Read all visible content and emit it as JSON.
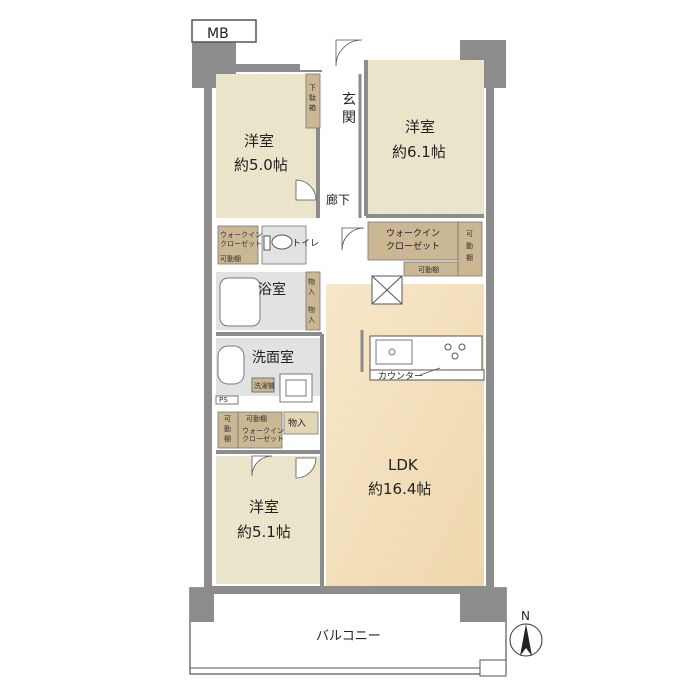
{
  "rooms": {
    "western_room_1": {
      "name": "洋室",
      "size": "約5.0帖"
    },
    "western_room_2": {
      "name": "洋室",
      "size": "約6.1帖"
    },
    "western_room_3": {
      "name": "洋室",
      "size": "約5.1帖"
    },
    "ldk": {
      "name": "LDK",
      "size": "約16.4帖"
    },
    "entrance": {
      "name": "玄関"
    },
    "hallway": {
      "name": "廊下"
    },
    "bathroom": {
      "name": "浴室"
    },
    "washroom": {
      "name": "洗面室"
    },
    "toilet": {
      "name": "トイレ"
    },
    "balcony": {
      "name": "バルコニー"
    }
  },
  "labels": {
    "mb": "MB",
    "ps": "PS",
    "counter": "カウンター",
    "north": "N",
    "walkin_closet_large_1": "ウォークイン",
    "walkin_closet_large_2": "クローゼット",
    "movable_shelf": "可動棚",
    "movable_shelf_vertical": [
      "可",
      "動",
      "棚"
    ],
    "movable_shelf_small": "可動棚",
    "walkin_small_1": "ウォークイン",
    "walkin_small_2": "クローゼット",
    "storage_vertical": [
      "物",
      "入"
    ],
    "storage": "物入",
    "shoe_storage": [
      "下",
      "駄",
      "箱"
    ],
    "movable_small": [
      "可",
      "動",
      "棚"
    ],
    "washing_machine": "洗濯機"
  },
  "colors": {
    "wall": "#8c8c8c",
    "room_beige": "#ece6cc",
    "ldk_fill": "#f4e1bf",
    "wet_area": "#e2e2e2",
    "closet": "#cbb793",
    "closet_dark": "#a8926a"
  }
}
